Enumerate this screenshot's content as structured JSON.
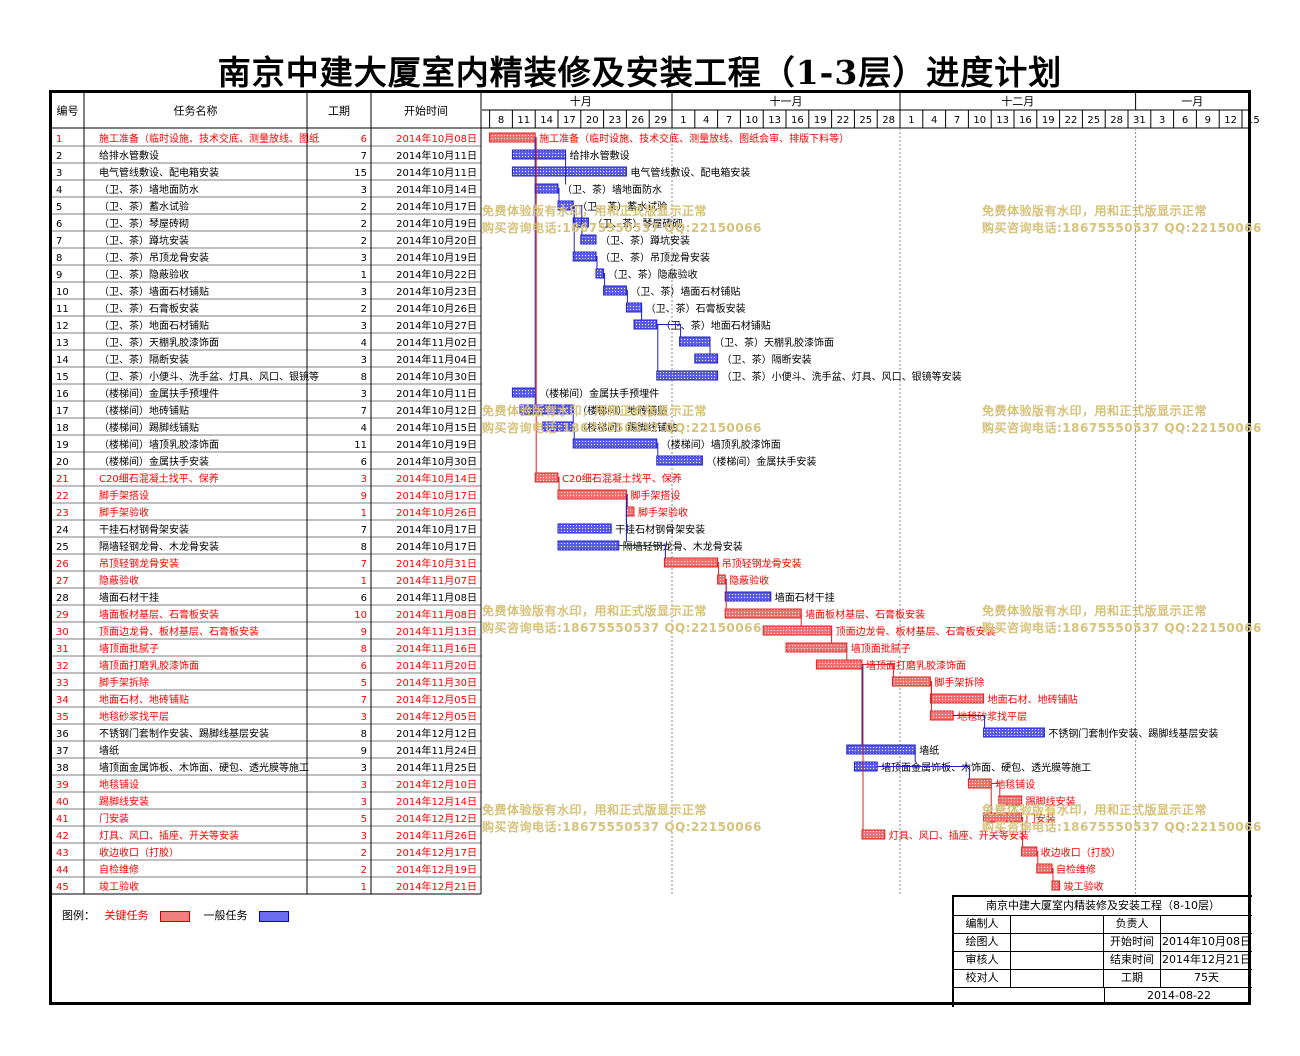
{
  "title": "南京中建大厦室内精装修及安装工程（1-3层）进度计划",
  "header": {
    "col_no": "编号",
    "col_name": "任务名称",
    "col_dur": "工期",
    "col_start": "开始时间",
    "months": [
      "十月",
      "十一月",
      "十二月",
      "一月"
    ],
    "days": [
      "8",
      "11",
      "14",
      "17",
      "20",
      "23",
      "26",
      "29",
      "1",
      "4",
      "7",
      "10",
      "13",
      "16",
      "19",
      "22",
      "25",
      "28",
      "1",
      "4",
      "7",
      "10",
      "13",
      "16",
      "19",
      "22",
      "25",
      "28",
      "31",
      "3",
      "6",
      "9",
      "12",
      "15"
    ]
  },
  "colors": {
    "critical": "#e02020",
    "normal": "#2020c8",
    "critical_text": "#ff0000",
    "watermark": "#d6c27a"
  },
  "tasks": [
    {
      "id": 1,
      "name": "施工准备（临时设施、技术交底、测量放线、图纸会审、排版下料等）",
      "dur": 6,
      "start": "2014年10月08日",
      "critical": true,
      "bar_label": "施工准备（临时设施、技术交底、测量放线、图纸会审、排版下料等）"
    },
    {
      "id": 2,
      "name": "给排水管敷设",
      "dur": 7,
      "start": "2014年10月11日",
      "critical": false,
      "bar_label": "给排水管敷设"
    },
    {
      "id": 3,
      "name": "电气管线敷设、配电箱安装",
      "dur": 15,
      "start": "2014年10月11日",
      "critical": false,
      "bar_label": "电气管线敷设、配电箱安装"
    },
    {
      "id": 4,
      "name": "（卫、茶）墙地面防水",
      "dur": 3,
      "start": "2014年10月14日",
      "critical": false,
      "bar_label": "（卫、茶）墙地面防水"
    },
    {
      "id": 5,
      "name": "（卫、茶）蓄水试验",
      "dur": 2,
      "start": "2014年10月17日",
      "critical": false,
      "bar_label": "（卫、茶）蓄水试验"
    },
    {
      "id": 6,
      "name": "（卫、茶）琴屋砖砌",
      "dur": 2,
      "start": "2014年10月19日",
      "critical": false,
      "bar_label": "（卫、茶）琴屋砖砌"
    },
    {
      "id": 7,
      "name": "（卫、茶）蹲坑安装",
      "dur": 2,
      "start": "2014年10月20日",
      "critical": false,
      "bar_label": "（卫、茶）蹲坑安装"
    },
    {
      "id": 8,
      "name": "（卫、茶）吊顶龙骨安装",
      "dur": 3,
      "start": "2014年10月19日",
      "critical": false,
      "bar_label": "（卫、茶）吊顶龙骨安装"
    },
    {
      "id": 9,
      "name": "（卫、茶）隐蔽验收",
      "dur": 1,
      "start": "2014年10月22日",
      "critical": false,
      "bar_label": "（卫、茶）隐蔽验收"
    },
    {
      "id": 10,
      "name": "（卫、茶）墙面石材铺贴",
      "dur": 3,
      "start": "2014年10月23日",
      "critical": false,
      "bar_label": "（卫、茶）墙面石材铺贴"
    },
    {
      "id": 11,
      "name": "（卫、茶）石膏板安装",
      "dur": 2,
      "start": "2014年10月26日",
      "critical": false,
      "bar_label": "（卫、茶）石膏板安装"
    },
    {
      "id": 12,
      "name": "（卫、茶）地面石材铺贴",
      "dur": 3,
      "start": "2014年10月27日",
      "critical": false,
      "bar_label": "（卫、茶）地面石材铺贴"
    },
    {
      "id": 13,
      "name": "（卫、茶）天棚乳胶漆饰面",
      "dur": 4,
      "start": "2014年11月02日",
      "critical": false,
      "bar_label": "（卫、茶）天棚乳胶漆饰面"
    },
    {
      "id": 14,
      "name": "（卫、茶）隔断安装",
      "dur": 3,
      "start": "2014年11月04日",
      "critical": false,
      "bar_label": "（卫、茶）隔断安装"
    },
    {
      "id": 15,
      "name": "（卫、茶）小便斗、洗手盆、灯具、风口、银镜等安装",
      "dur": 8,
      "start": "2014年10月30日",
      "critical": false,
      "bar_label": "（卫、茶）小便斗、洗手盆、灯具、风口、银镜等安装"
    },
    {
      "id": 16,
      "name": "（楼梯间）金属扶手预埋件",
      "dur": 3,
      "start": "2014年10月11日",
      "critical": false,
      "bar_label": "（楼梯间）金属扶手预埋件"
    },
    {
      "id": 17,
      "name": "（楼梯间）地砖铺贴",
      "dur": 7,
      "start": "2014年10月12日",
      "critical": false,
      "bar_label": "（楼梯间）地砖铺贴"
    },
    {
      "id": 18,
      "name": "（楼梯间）踢脚线铺贴",
      "dur": 4,
      "start": "2014年10月15日",
      "critical": false,
      "bar_label": "（楼梯间）踢脚线铺贴"
    },
    {
      "id": 19,
      "name": "（楼梯间）墙顶乳胶漆饰面",
      "dur": 11,
      "start": "2014年10月19日",
      "critical": false,
      "bar_label": "（楼梯间）墙顶乳胶漆饰面"
    },
    {
      "id": 20,
      "name": "（楼梯间）金属扶手安装",
      "dur": 6,
      "start": "2014年10月30日",
      "critical": false,
      "bar_label": "（楼梯间）金属扶手安装"
    },
    {
      "id": 21,
      "name": "C20细石混凝土找平、保养",
      "dur": 3,
      "start": "2014年10月14日",
      "critical": true,
      "bar_label": "C20细石混凝土找平、保养"
    },
    {
      "id": 22,
      "name": "脚手架搭设",
      "dur": 9,
      "start": "2014年10月17日",
      "critical": true,
      "bar_label": "脚手架搭设"
    },
    {
      "id": 23,
      "name": "脚手架验收",
      "dur": 1,
      "start": "2014年10月26日",
      "critical": true,
      "bar_label": "脚手架验收"
    },
    {
      "id": 24,
      "name": "干挂石材钢骨架安装",
      "dur": 7,
      "start": "2014年10月17日",
      "critical": false,
      "bar_label": "干挂石材钢骨架安装"
    },
    {
      "id": 25,
      "name": "隔墙轻钢龙骨、木龙骨安装",
      "dur": 8,
      "start": "2014年10月17日",
      "critical": false,
      "bar_label": "隔墙轻钢龙骨、木龙骨安装"
    },
    {
      "id": 26,
      "name": "吊顶轻钢龙骨安装",
      "dur": 7,
      "start": "2014年10月31日",
      "critical": true,
      "bar_label": "吊顶轻钢龙骨安装"
    },
    {
      "id": 27,
      "name": "隐蔽验收",
      "dur": 1,
      "start": "2014年11月07日",
      "critical": true,
      "bar_label": "隐蔽验收"
    },
    {
      "id": 28,
      "name": "墙面石材干挂",
      "dur": 6,
      "start": "2014年11月08日",
      "critical": false,
      "bar_label": "墙面石材干挂"
    },
    {
      "id": 29,
      "name": "墙面板材基层、石膏板安装",
      "dur": 10,
      "start": "2014年11月08日",
      "critical": true,
      "bar_label": "墙面板材基层、石膏板安装"
    },
    {
      "id": 30,
      "name": "顶面边龙骨、板材基层、石膏板安装",
      "dur": 9,
      "start": "2014年11月13日",
      "critical": true,
      "bar_label": "顶面边龙骨、板材基层、石膏板安装"
    },
    {
      "id": 31,
      "name": "墙顶面批腻子",
      "dur": 8,
      "start": "2014年11月16日",
      "critical": true,
      "bar_label": "墙顶面批腻子"
    },
    {
      "id": 32,
      "name": "墙顶面打磨乳胶漆饰面",
      "dur": 6,
      "start": "2014年11月20日",
      "critical": true,
      "bar_label": "墙顶面打磨乳胶漆饰面"
    },
    {
      "id": 33,
      "name": "脚手架拆除",
      "dur": 5,
      "start": "2014年11月30日",
      "critical": true,
      "bar_label": "脚手架拆除"
    },
    {
      "id": 34,
      "name": "地面石材、地砖铺贴",
      "dur": 7,
      "start": "2014年12月05日",
      "critical": true,
      "bar_label": "地面石材、地砖铺贴"
    },
    {
      "id": 35,
      "name": "地毯砂浆找平层",
      "dur": 3,
      "start": "2014年12月05日",
      "critical": true,
      "bar_label": "地毯砂浆找平层"
    },
    {
      "id": 36,
      "name": "不锈钢门套制作安装、踢脚线基层安装",
      "dur": 8,
      "start": "2014年12月12日",
      "critical": false,
      "bar_label": "不锈钢门套制作安装、踢脚线基层安装"
    },
    {
      "id": 37,
      "name": "墙纸",
      "dur": 9,
      "start": "2014年11月24日",
      "critical": false,
      "bar_label": "墙纸"
    },
    {
      "id": 38,
      "name": "墙顶面金属饰板、木饰面、硬包、透光膜等施工",
      "dur": 3,
      "start": "2014年11月25日",
      "critical": false,
      "bar_label": "墙顶面金属饰板、木饰面、硬包、透光膜等施工"
    },
    {
      "id": 39,
      "name": "地毯铺设",
      "dur": 3,
      "start": "2014年12月10日",
      "critical": true,
      "bar_label": "地毯铺设"
    },
    {
      "id": 40,
      "name": "踢脚线安装",
      "dur": 3,
      "start": "2014年12月14日",
      "critical": true,
      "bar_label": "踢脚线安装"
    },
    {
      "id": 41,
      "name": "门安装",
      "dur": 5,
      "start": "2014年12月12日",
      "critical": true,
      "bar_label": "门安装"
    },
    {
      "id": 42,
      "name": "灯具、风口、插座、开关等安装",
      "dur": 3,
      "start": "2014年11月26日",
      "critical": true,
      "bar_label": "灯具、风口、插座、开关等安装"
    },
    {
      "id": 43,
      "name": "收边收口（打胶）",
      "dur": 2,
      "start": "2014年12月17日",
      "critical": true,
      "bar_label": "收边收口（打胶）"
    },
    {
      "id": 44,
      "name": "自检维修",
      "dur": 2,
      "start": "2014年12月19日",
      "critical": true,
      "bar_label": "自检维修"
    },
    {
      "id": 45,
      "name": "竣工验收",
      "dur": 1,
      "start": "2014年12月21日",
      "critical": true,
      "bar_label": "竣工验收"
    }
  ],
  "watermark": {
    "line1": "免费体验版有水印，用和正式版显示正常",
    "line2": "购买咨询电话:18675550537 QQ:22150066"
  },
  "legend": {
    "label": "图例：",
    "critical_label": "关键任务",
    "normal_label": "一般任务"
  },
  "title_block": {
    "project": "南京中建大厦室内精装修及安装工程（8-10层）",
    "editor_label": "编制人",
    "owner_label": "负责人",
    "drawer_label": "绘图人",
    "start_label": "开始时间",
    "start_value": "2014年10月08日",
    "reviewer_label": "审核人",
    "end_label": "结束时间",
    "end_value": "2014年12月21日",
    "checker_label": "校对人",
    "duration_label": "工期",
    "duration_value": "75天",
    "date": "2014-08-22"
  }
}
